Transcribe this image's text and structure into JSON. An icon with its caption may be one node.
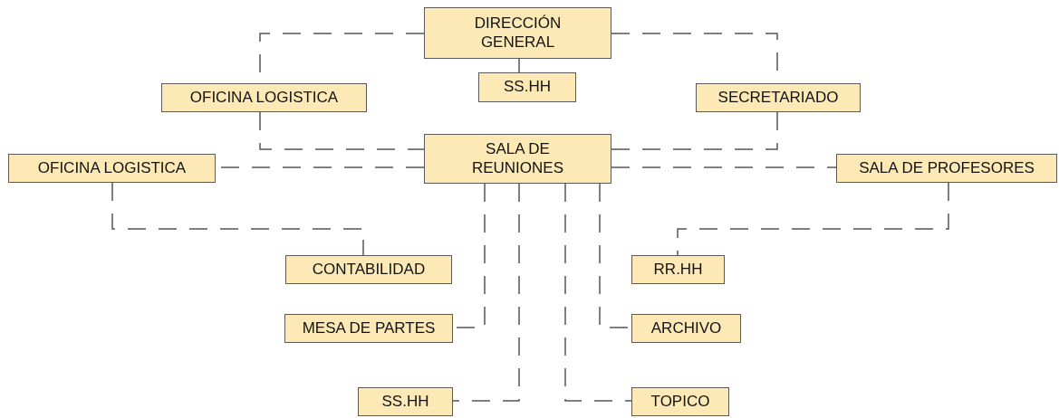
{
  "diagram": {
    "nodes": [
      {
        "text": [
          "DIRECCIÓN GENERAL"
        ]
      },
      {
        "text": [
          "SS.HH"
        ]
      },
      {
        "text": [
          "OFICINA LOGISTICA"
        ]
      },
      {
        "text": [
          "SECRETARIADO"
        ]
      },
      {
        "text": [
          "SALA DE REUNIONES"
        ]
      },
      {
        "text": [
          "OFICINA LOGISTICA"
        ]
      },
      {
        "text": [
          "SALA DE PROFESORES"
        ]
      },
      {
        "text": [
          "CONTABILIDAD"
        ]
      },
      {
        "text": [
          "RR.HH"
        ]
      },
      {
        "text": [
          "MESA DE PARTES"
        ]
      },
      {
        "text": [
          "ARCHIVO"
        ]
      },
      {
        "text": [
          "SS.HH"
        ]
      },
      {
        "text": [
          "TOPICO"
        ]
      }
    ],
    "edges": [
      {
        "from": 0,
        "to": 1,
        "arrow": "none"
      },
      {
        "from": 0,
        "to": 2,
        "arrow": "none",
        "style": "dashed"
      },
      {
        "from": 2,
        "to": 4,
        "arrow": "none",
        "style": "dashed"
      },
      {
        "from": 0,
        "to": 3,
        "arrow": "none",
        "style": "dashed"
      },
      {
        "from": 3,
        "to": 4,
        "arrow": "none",
        "style": "dashed"
      },
      {
        "from": 4,
        "to": 5,
        "arrow": "none",
        "style": "dashed"
      },
      {
        "from": 4,
        "to": 6,
        "arrow": "none",
        "style": "dashed"
      },
      {
        "from": 5,
        "to": 7,
        "arrow": "none",
        "style": "dashed"
      },
      {
        "from": 6,
        "to": 8,
        "arrow": "none",
        "style": "dashed"
      },
      {
        "from": 4,
        "to": 9,
        "arrow": "none",
        "style": "dashed"
      },
      {
        "from": 4,
        "to": 11,
        "arrow": "none",
        "style": "dashed"
      },
      {
        "from": 4,
        "to": 12,
        "arrow": "none",
        "style": "dashed"
      },
      {
        "from": 4,
        "to": 10,
        "arrow": "none",
        "style": "dashed"
      }
    ]
  }
}
